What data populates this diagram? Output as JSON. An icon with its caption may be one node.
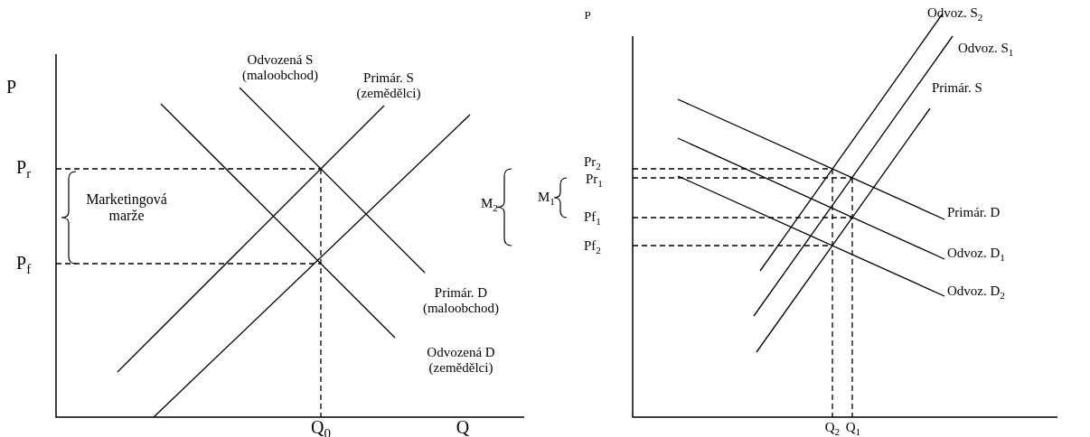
{
  "diagram": {
    "labels": [
      "P",
      "Odvozená S (maloobchod)",
      "Primár. S (zemědělci)",
      "P$_{r}$",
      "Marketingová marže",
      "P$_{f}$",
      "Primár. D (maloobchod)",
      "Odvozená D (zemědělci)",
      "Q$_{0}$",
      "Q",
      "P",
      "Odvoz. S$_{2}$",
      "Odvoz. S$_{1}$",
      "Primár. S",
      "Pr$_{2}$",
      "Pr$_{1}$",
      "M$_{2}$",
      "M$_{1}$",
      "Pf$_{1}$",
      "Primár. D",
      "Pf$_{2}$",
      "Odvoz. D$_{1}$",
      "Odvoz. D$_{2}$",
      "Q$_{2}$",
      "Q$_{1}$"
    ]
  }
}
